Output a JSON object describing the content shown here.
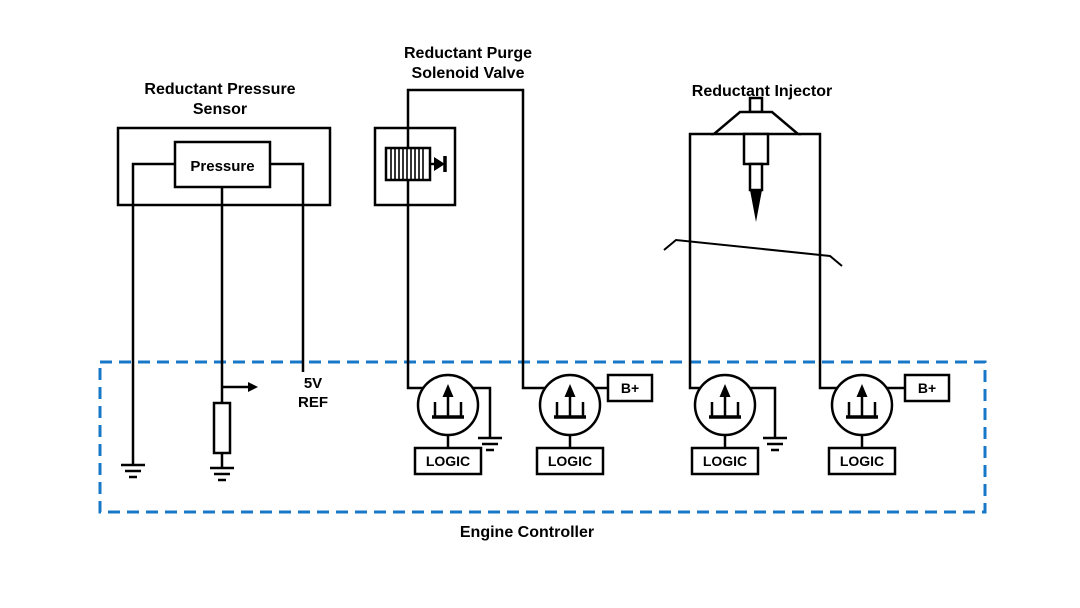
{
  "components": {
    "pressure_sensor": {
      "title": [
        "Reductant Pressure",
        "Sensor"
      ],
      "element_label": "Pressure"
    },
    "purge_solenoid_valve": {
      "title": [
        "Reductant Purge",
        "Solenoid Valve"
      ]
    },
    "reductant_injector": {
      "title": "Reductant Injector"
    },
    "engine_controller": {
      "title": "Engine Controller",
      "reference_label": [
        "5V",
        "REF"
      ],
      "driver_logic_labels": [
        "LOGIC",
        "LOGIC",
        "LOGIC",
        "LOGIC"
      ],
      "battery_labels": [
        "B+",
        "B+"
      ]
    }
  },
  "colors": {
    "wire": "#000000",
    "controller_border": "#1878c8",
    "background": "#ffffff"
  }
}
